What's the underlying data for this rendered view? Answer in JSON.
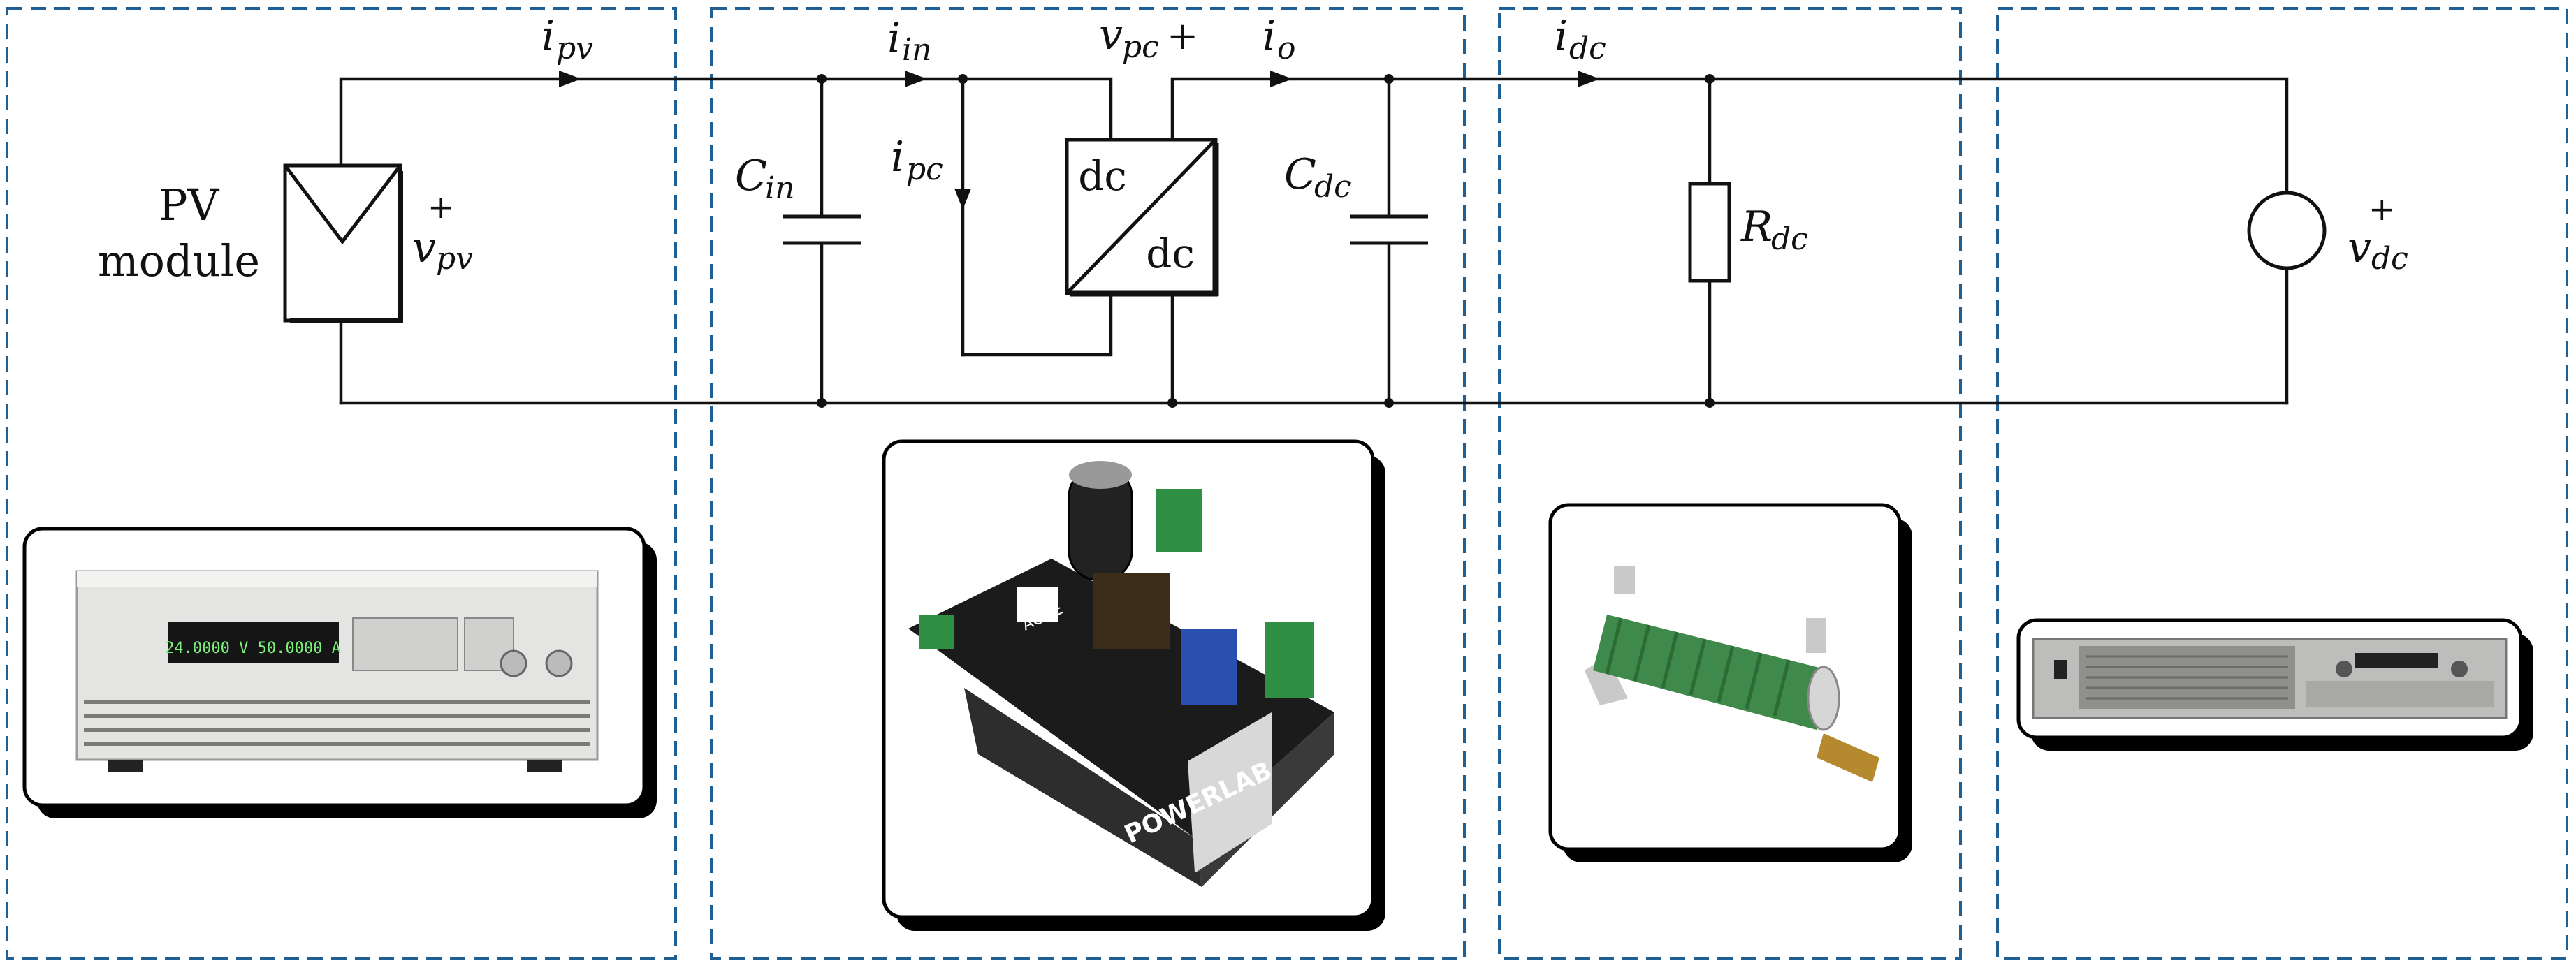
{
  "stages": [
    {
      "name": "pv-stage"
    },
    {
      "name": "converter-stage"
    },
    {
      "name": "resistive-load-stage"
    },
    {
      "name": "dc-bus-stage"
    }
  ],
  "labels": {
    "pv_module_line1": "PV",
    "pv_module_line2": "module",
    "i_pv": {
      "main": "i",
      "sub": "pv"
    },
    "v_pv": {
      "main": "v",
      "sub": "pv",
      "sign": "+"
    },
    "i_in": {
      "main": "i",
      "sub": "in"
    },
    "C_in": {
      "main": "C",
      "sub": "in"
    },
    "i_pc": {
      "main": "i",
      "sub": "pc"
    },
    "v_pc": {
      "main": "v",
      "sub": "pc",
      "sign": "+"
    },
    "i_o": {
      "main": "i",
      "sub": "o"
    },
    "C_dc": {
      "main": "C",
      "sub": "dc"
    },
    "i_dc": {
      "main": "i",
      "sub": "dc"
    },
    "R_dc": {
      "main": "R",
      "sub": "dc"
    },
    "v_dc": {
      "main": "v",
      "sub": "dc",
      "sign": "+"
    },
    "converter_in": "dc",
    "converter_out": "dc"
  },
  "photos": {
    "pv_emulator": {
      "icon": "programmable-dc-supply-photo",
      "display": "24.0000 V 50.0000 A"
    },
    "converter_board": {
      "icon": "power-converter-board-photo",
      "brand": "POWERLAB",
      "logo": "ACDE"
    },
    "resistor": {
      "icon": "wirewound-resistor-photo"
    },
    "dc_source": {
      "icon": "dc-power-supply-photo"
    }
  }
}
